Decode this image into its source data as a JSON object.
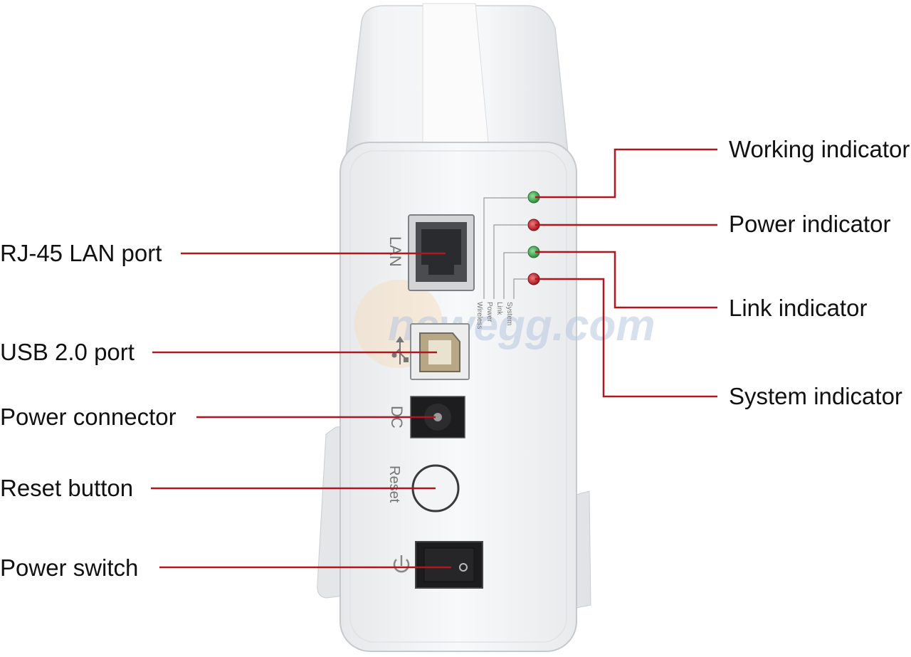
{
  "callouts_left": [
    {
      "id": "lan",
      "label": "RJ-45 LAN port"
    },
    {
      "id": "usb",
      "label": "USB 2.0 port"
    },
    {
      "id": "power-connector",
      "label": "Power connector"
    },
    {
      "id": "reset",
      "label": "Reset button"
    },
    {
      "id": "power-switch",
      "label": "Power switch"
    }
  ],
  "callouts_right": [
    {
      "id": "working",
      "label": "Working indicator"
    },
    {
      "id": "power-led",
      "label": "Power indicator"
    },
    {
      "id": "link",
      "label": "Link indicator"
    },
    {
      "id": "system",
      "label": "System indicator"
    }
  ],
  "panel_labels": {
    "lan": "LAN",
    "dc": "DC",
    "reset": "Reset",
    "led_labels": [
      "Wireless",
      "Power",
      "Link",
      "System"
    ]
  },
  "watermark": "newegg.com",
  "colors": {
    "leader_line": "#b0161e",
    "led_green": "#3aa84a",
    "led_red": "#c21a22",
    "device_body": "#eef0f2"
  }
}
